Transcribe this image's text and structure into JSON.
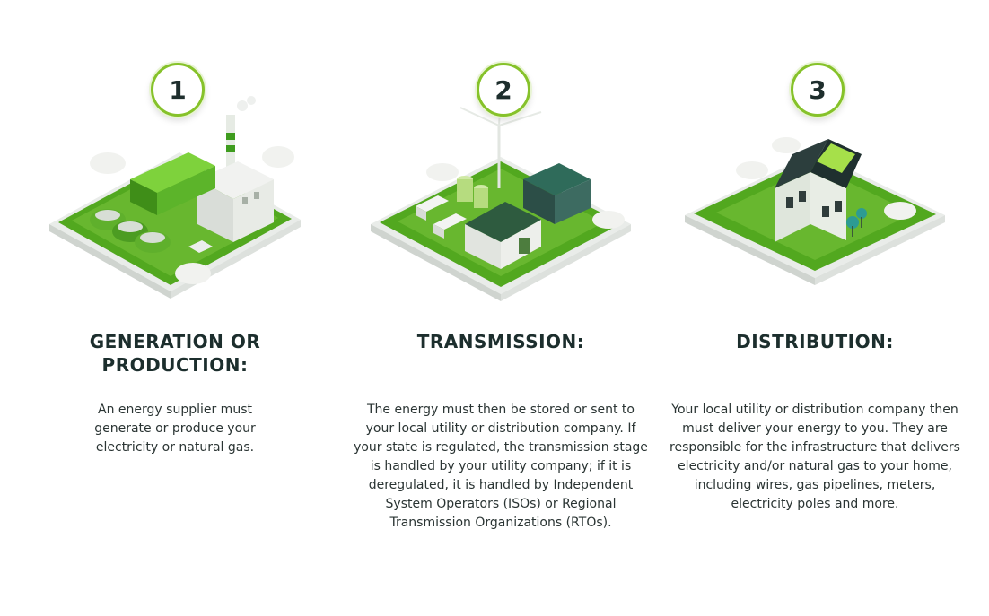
{
  "steps": [
    {
      "number": "1",
      "title": "GENERATION OR PRODUCTION:",
      "description": "An energy supplier must generate or produce your electricity or natural gas."
    },
    {
      "number": "2",
      "title": "TRANSMISSION:",
      "description": "The energy must then be stored or sent to your local utility or distribution company. If your state is regulated, the transmission stage is handled by your utility company; if it is deregulated, it is handled by Independent System Operators (ISOs) or Regional Transmission Organizations (RTOs)."
    },
    {
      "number": "3",
      "title": "DISTRIBUTION:",
      "description": "Your local utility or distribution company then must deliver your energy to you. They are responsible for the infrastructure that delivers electricity and/or natural gas to your home, including wires, gas pipelines, meters, electricity poles and more."
    }
  ],
  "colors": {
    "accent": "#86c22a",
    "ground": "#4a9e1f",
    "heading": "#1c2e2d"
  },
  "icons": [
    "power-plant-icon",
    "transmission-grid-icon",
    "house-solar-icon"
  ]
}
